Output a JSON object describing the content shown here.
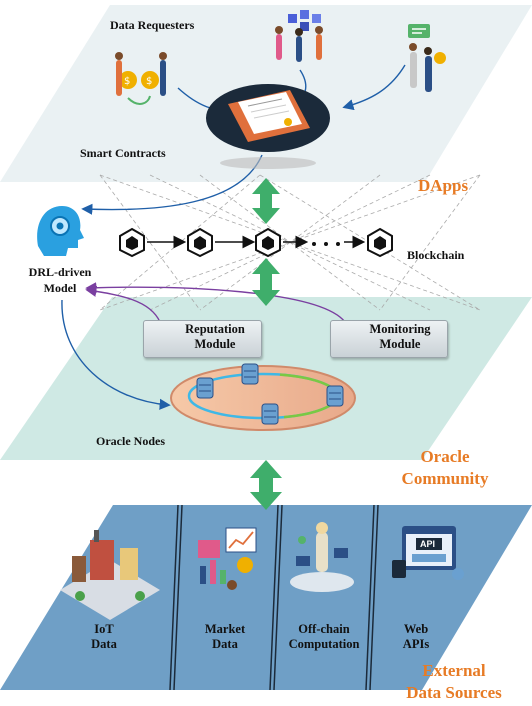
{
  "title": "",
  "layers": {
    "dapps": {
      "label": "DApps",
      "requesters_label": "Data Requesters",
      "contracts_label": "Smart Contracts"
    },
    "blockchain": {
      "label": "Blockchain"
    },
    "drl": {
      "label_line1": "DRL-driven",
      "label_line2": "Model"
    },
    "oracle": {
      "label_line1": "Oracle",
      "label_line2": "Community",
      "nodes_label": "Oracle Nodes",
      "reputation_line1": "Reputation",
      "reputation_line2": "Module",
      "monitoring_line1": "Monitoring",
      "monitoring_line2": "Module"
    },
    "sources": {
      "label_line1": "External",
      "label_line2": "Data Sources",
      "items": [
        {
          "line1": "IoT",
          "line2": "Data"
        },
        {
          "line1": "Market",
          "line2": "Data"
        },
        {
          "line1": "Off-chain",
          "line2": "Computation"
        },
        {
          "line1": "Web",
          "line2": "APIs"
        }
      ],
      "api_badge": "API"
    }
  },
  "colors": {
    "accent_orange": "#e77b25",
    "green_arrow": "#3fae6b",
    "blue_arrow": "#1f5fa8",
    "purple_arrow": "#7a3fa0",
    "dapps_plane": "#eaf1f3",
    "oracle_plane": "#cfe9e4",
    "sources_plane": "#6f9fc6"
  },
  "icons": [
    "brain-head-icon",
    "blockchain-block-icon",
    "reputation-icon",
    "monitor-icon",
    "smart-contract-icon",
    "server-icon"
  ]
}
